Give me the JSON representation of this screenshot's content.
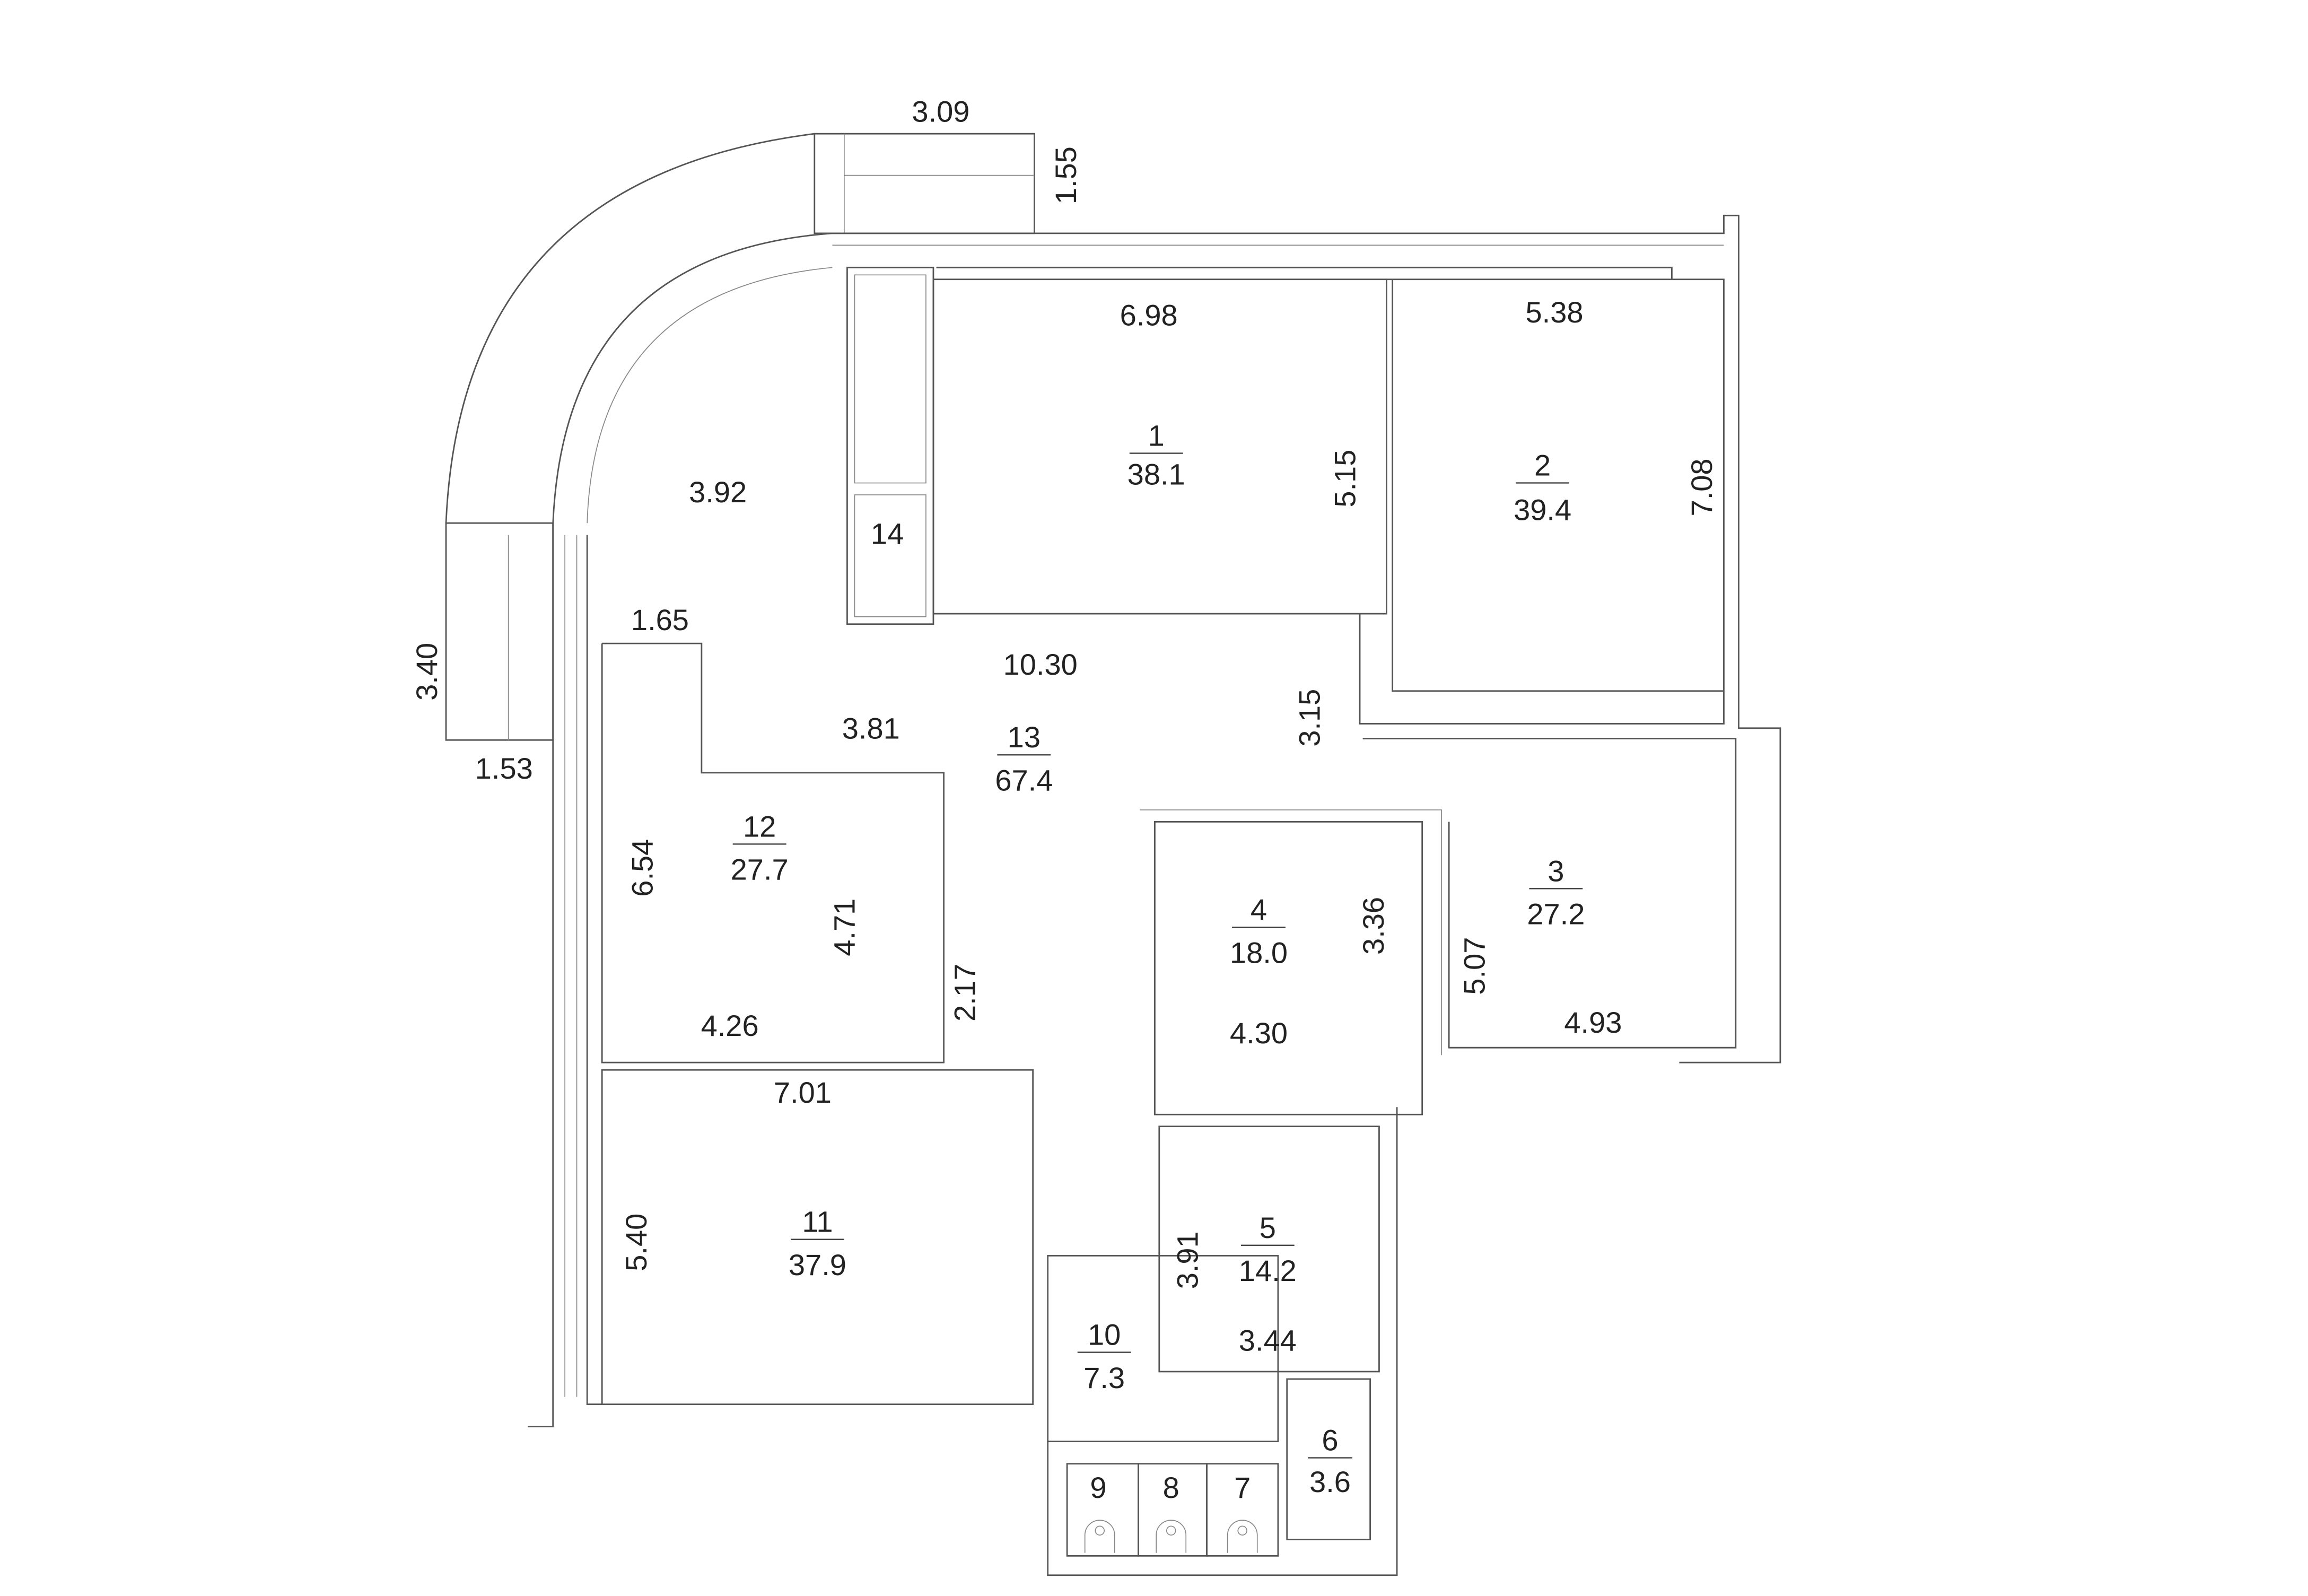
{
  "rooms": [
    {
      "number": "1",
      "area": "38.1"
    },
    {
      "number": "2",
      "area": "39.4"
    },
    {
      "number": "3",
      "area": "27.2"
    },
    {
      "number": "4",
      "area": "18.0"
    },
    {
      "number": "5",
      "area": "14.2"
    },
    {
      "number": "6",
      "area": "3.6"
    },
    {
      "number": "7"
    },
    {
      "number": "8"
    },
    {
      "number": "9"
    },
    {
      "number": "10",
      "area": "7.3"
    },
    {
      "number": "11",
      "area": "37.9"
    },
    {
      "number": "12",
      "area": "27.7"
    },
    {
      "number": "13",
      "area": "67.4"
    },
    {
      "number": "14"
    }
  ],
  "dimensions": {
    "balcony_width": "3.09",
    "balcony_depth": "1.55",
    "room1_width": "6.98",
    "room1_depth": "5.15",
    "room2_width": "5.38",
    "room2_depth": "7.08",
    "hall_arc": "3.92",
    "hall_step": "1.65",
    "hall_length": "10.30",
    "side_balcony_length": "3.40",
    "side_balcony_width": "1.53",
    "room12_top": "3.81",
    "corridor_width": "3.15",
    "room12_depth": "6.54",
    "room12_inner": "4.71",
    "room4_depth": "3.36",
    "room3_depth": "5.07",
    "room12_width": "4.26",
    "passage": "2.17",
    "room4_width": "4.30",
    "room3_width": "4.93",
    "room11_width": "7.01",
    "room11_depth": "5.40",
    "room5_depth": "3.91",
    "room5_width": "3.44"
  }
}
